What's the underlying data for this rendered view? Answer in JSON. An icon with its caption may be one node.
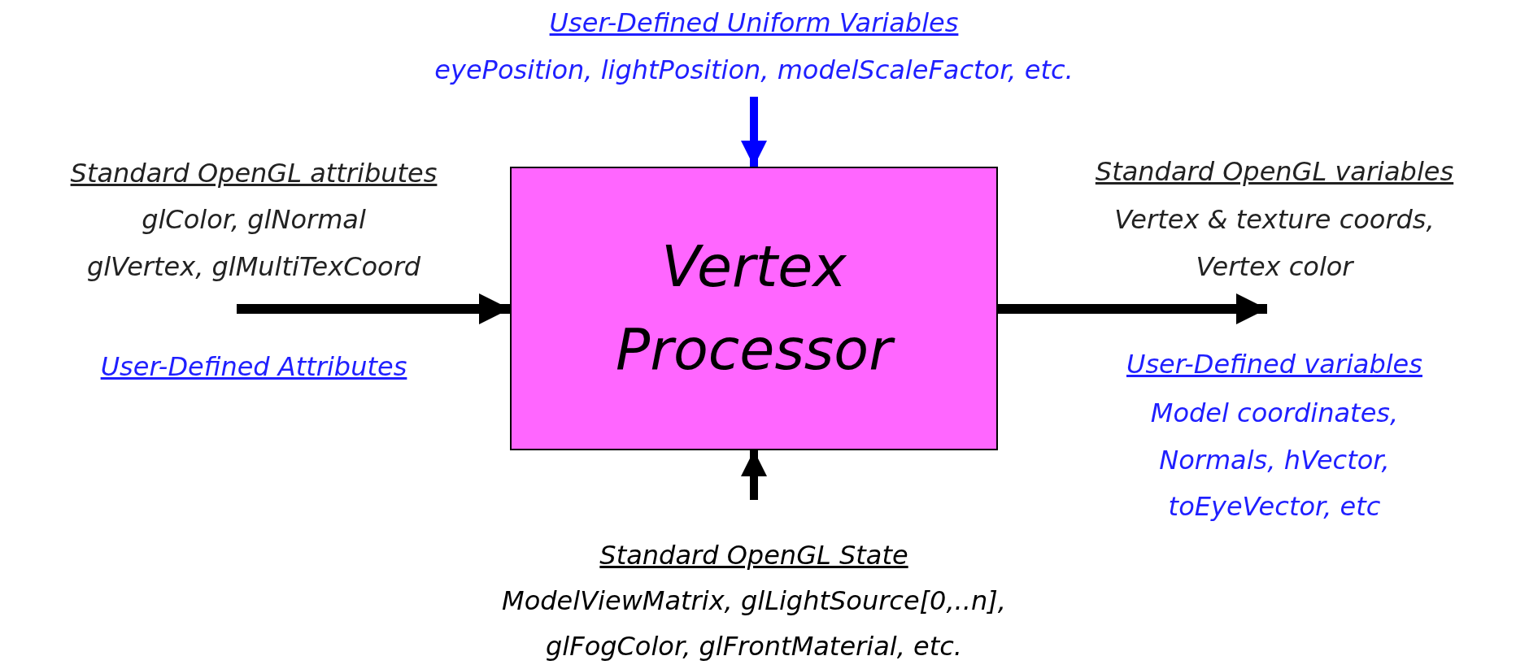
{
  "diagram": {
    "nodes": [
      {
        "text": [
          "User-Defined Uniform Variables",
          "eyePosition, lightPosition, modelScaleFactor, etc."
        ]
      },
      {
        "text": [
          "Vertex Processor"
        ]
      },
      {
        "text": [
          "Standard OpenGL State",
          "ModelViewMatrix, glLightSource[0,..n], glFogColor, glFrontMaterial, etc."
        ]
      }
    ],
    "edges": [
      {
        "from": 0,
        "to": 1,
        "arrow": "to",
        "color": "#0000ff"
      },
      {
        "from": null,
        "to": 1,
        "arrow": "to"
      },
      {
        "from": 1,
        "to": null,
        "arrow": "to"
      },
      {
        "from": 2,
        "to": 1,
        "arrow": "to"
      }
    ],
    "labels": [
      "Standard OpenGL attributes",
      "glColor, glNormal glVertex, glMultiTexCoord",
      "User-Defined Attributes",
      "Standard OpenGL variables",
      "Vertex & texture coords, Vertex color",
      "User-Defined variables",
      "Model coordinates, Normals, hVector, toEyeVector, etc"
    ]
  }
}
